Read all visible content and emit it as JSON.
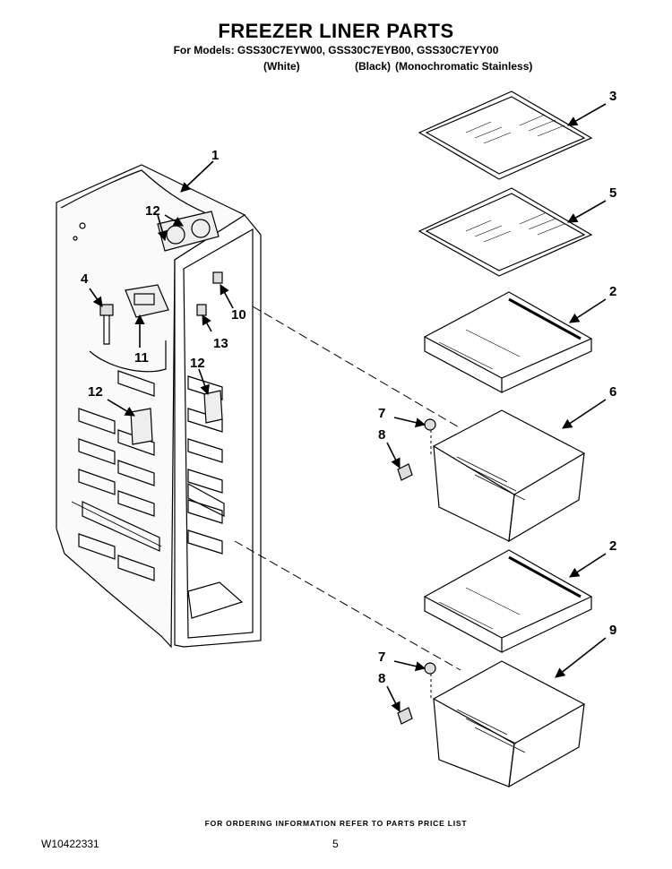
{
  "header": {
    "title": "FREEZER LINER PARTS",
    "models_line": "For Models: GSS30C7EYW00, GSS30C7EYB00, GSS30C7EYY00",
    "variant_white": "(White)",
    "variant_black": "(Black)",
    "variant_stainless": "(Monochromatic Stainless)"
  },
  "callouts": {
    "liner": "1",
    "shelf_2a": "2",
    "shelf_2b": "2",
    "shelf_3": "3",
    "part_4": "4",
    "shelf_5": "5",
    "pan_6": "6",
    "part_7a": "7",
    "part_7b": "7",
    "part_8a": "8",
    "part_8b": "8",
    "pan_9": "9",
    "part_10": "10",
    "part_11": "11",
    "part_12a": "12",
    "part_12b": "12",
    "part_12c": "12",
    "part_13": "13"
  },
  "footer": {
    "note": "FOR ORDERING INFORMATION REFER TO PARTS PRICE LIST",
    "doc_number": "W10422331",
    "page_number": "5"
  }
}
